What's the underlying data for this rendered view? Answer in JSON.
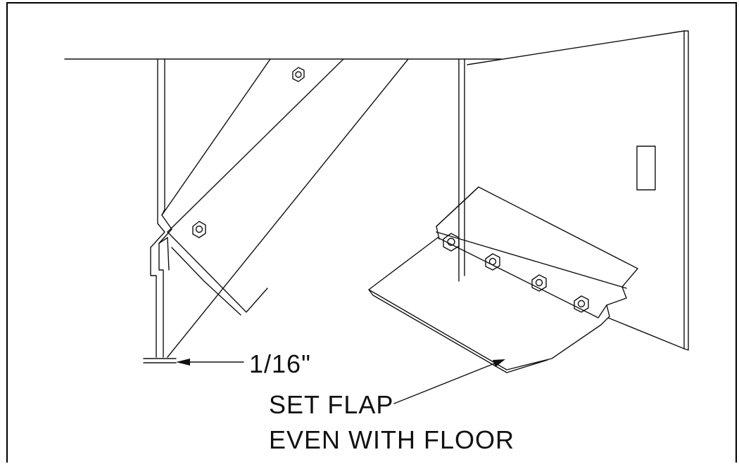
{
  "figure": {
    "dimension_label": "1/16\"",
    "instruction_line1": "SET FLAP",
    "instruction_line2": "EVEN WITH FLOOR",
    "line_color": "#111111",
    "background": "#ffffff"
  }
}
